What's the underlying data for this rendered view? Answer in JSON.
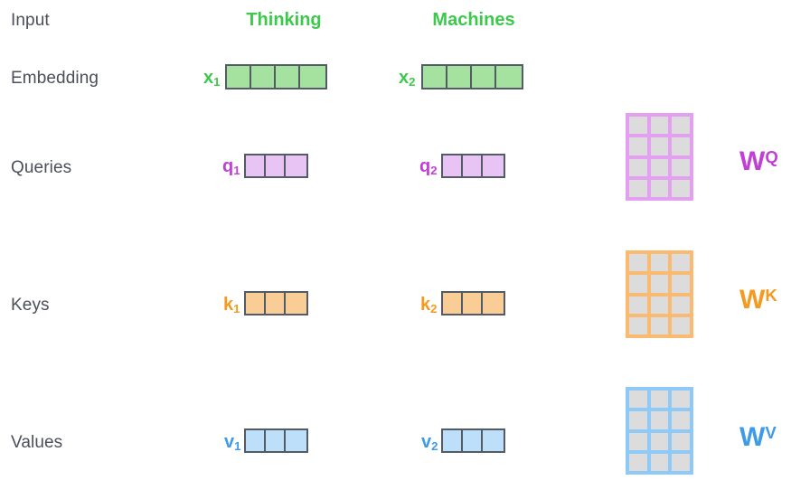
{
  "diagram": {
    "title_row_label": "Input",
    "columns": [
      {
        "word": "Thinking"
      },
      {
        "word": "Machines"
      }
    ],
    "rows": [
      {
        "label": "Embedding",
        "kind": "embedding",
        "cells": 4,
        "tags": [
          "x",
          "x"
        ],
        "subs": [
          "1",
          "2"
        ]
      },
      {
        "label": "Queries",
        "kind": "query",
        "cells": 3,
        "tags": [
          "q",
          "q"
        ],
        "subs": [
          "1",
          "2"
        ]
      },
      {
        "label": "Keys",
        "kind": "key",
        "cells": 3,
        "tags": [
          "k",
          "k"
        ],
        "subs": [
          "1",
          "2"
        ]
      },
      {
        "label": "Values",
        "kind": "value",
        "cells": 3,
        "tags": [
          "v",
          "v"
        ],
        "subs": [
          "1",
          "2"
        ]
      }
    ],
    "matrices": [
      {
        "name": "W",
        "superscript": "Q",
        "rows": 4,
        "cols": 3,
        "kind": "query"
      },
      {
        "name": "W",
        "superscript": "K",
        "rows": 4,
        "cols": 3,
        "kind": "key"
      },
      {
        "name": "W",
        "superscript": "V",
        "rows": 4,
        "cols": 3,
        "kind": "value"
      }
    ],
    "colors": {
      "text": "#4a4f5a",
      "green": "#3cc94b",
      "green_fill": "#a5e2a0",
      "purple": "#c13fd6",
      "purple_fill": "#e8c4f5",
      "purple_grid": "#e3a0f0",
      "orange": "#f59a1e",
      "orange_fill": "#fbcd96",
      "orange_grid": "#f9bb72",
      "blue": "#3d9bea",
      "blue_fill": "#bedff9",
      "blue_grid": "#8fc9f5",
      "cell_grey": "#dcdcdc",
      "outline": "#535b65",
      "background": "#ffffff"
    }
  }
}
